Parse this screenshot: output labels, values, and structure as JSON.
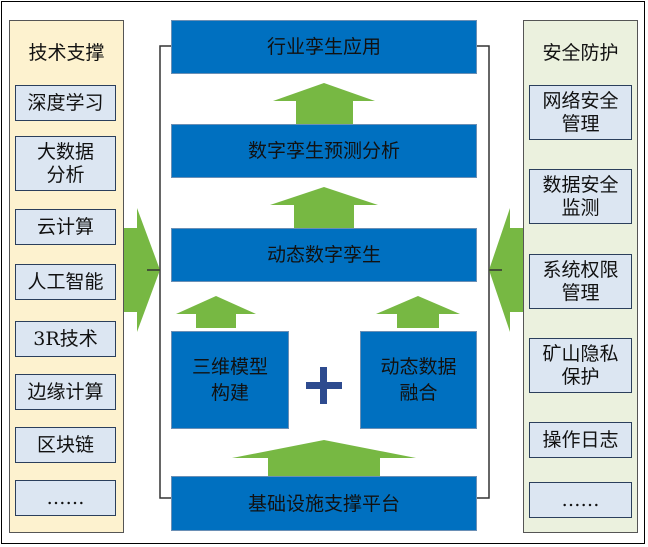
{
  "left_panel": {
    "title": "技术支撑",
    "items": [
      "深度学习",
      "大数据\n分析",
      "云计算",
      "人工智能",
      "3R技术",
      "边缘计算",
      "区块链",
      "……"
    ]
  },
  "right_panel": {
    "title": "安全防护",
    "items": [
      "网络安全\n管理",
      "数据安全\n监测",
      "系统权限\n管理",
      "矿山隐私\n保护",
      "操作日志",
      "……"
    ]
  },
  "center": {
    "industry_app": "行业孪生应用",
    "prediction": "数字孪生预测分析",
    "dynamic_twin": "动态数字孪生",
    "model_build": "三维模型\n构建",
    "data_fusion": "动态数据\n融合",
    "plus_symbol": "+",
    "platform": "基础设施支撑平台"
  },
  "colors": {
    "left_panel_bg": "#fdf2cf",
    "right_panel_bg": "#ebf1de",
    "box_light": "#dce6f2",
    "box_blue": "#0070c0",
    "arrow_green": "#77b843",
    "plus": "#2e4b8f"
  }
}
